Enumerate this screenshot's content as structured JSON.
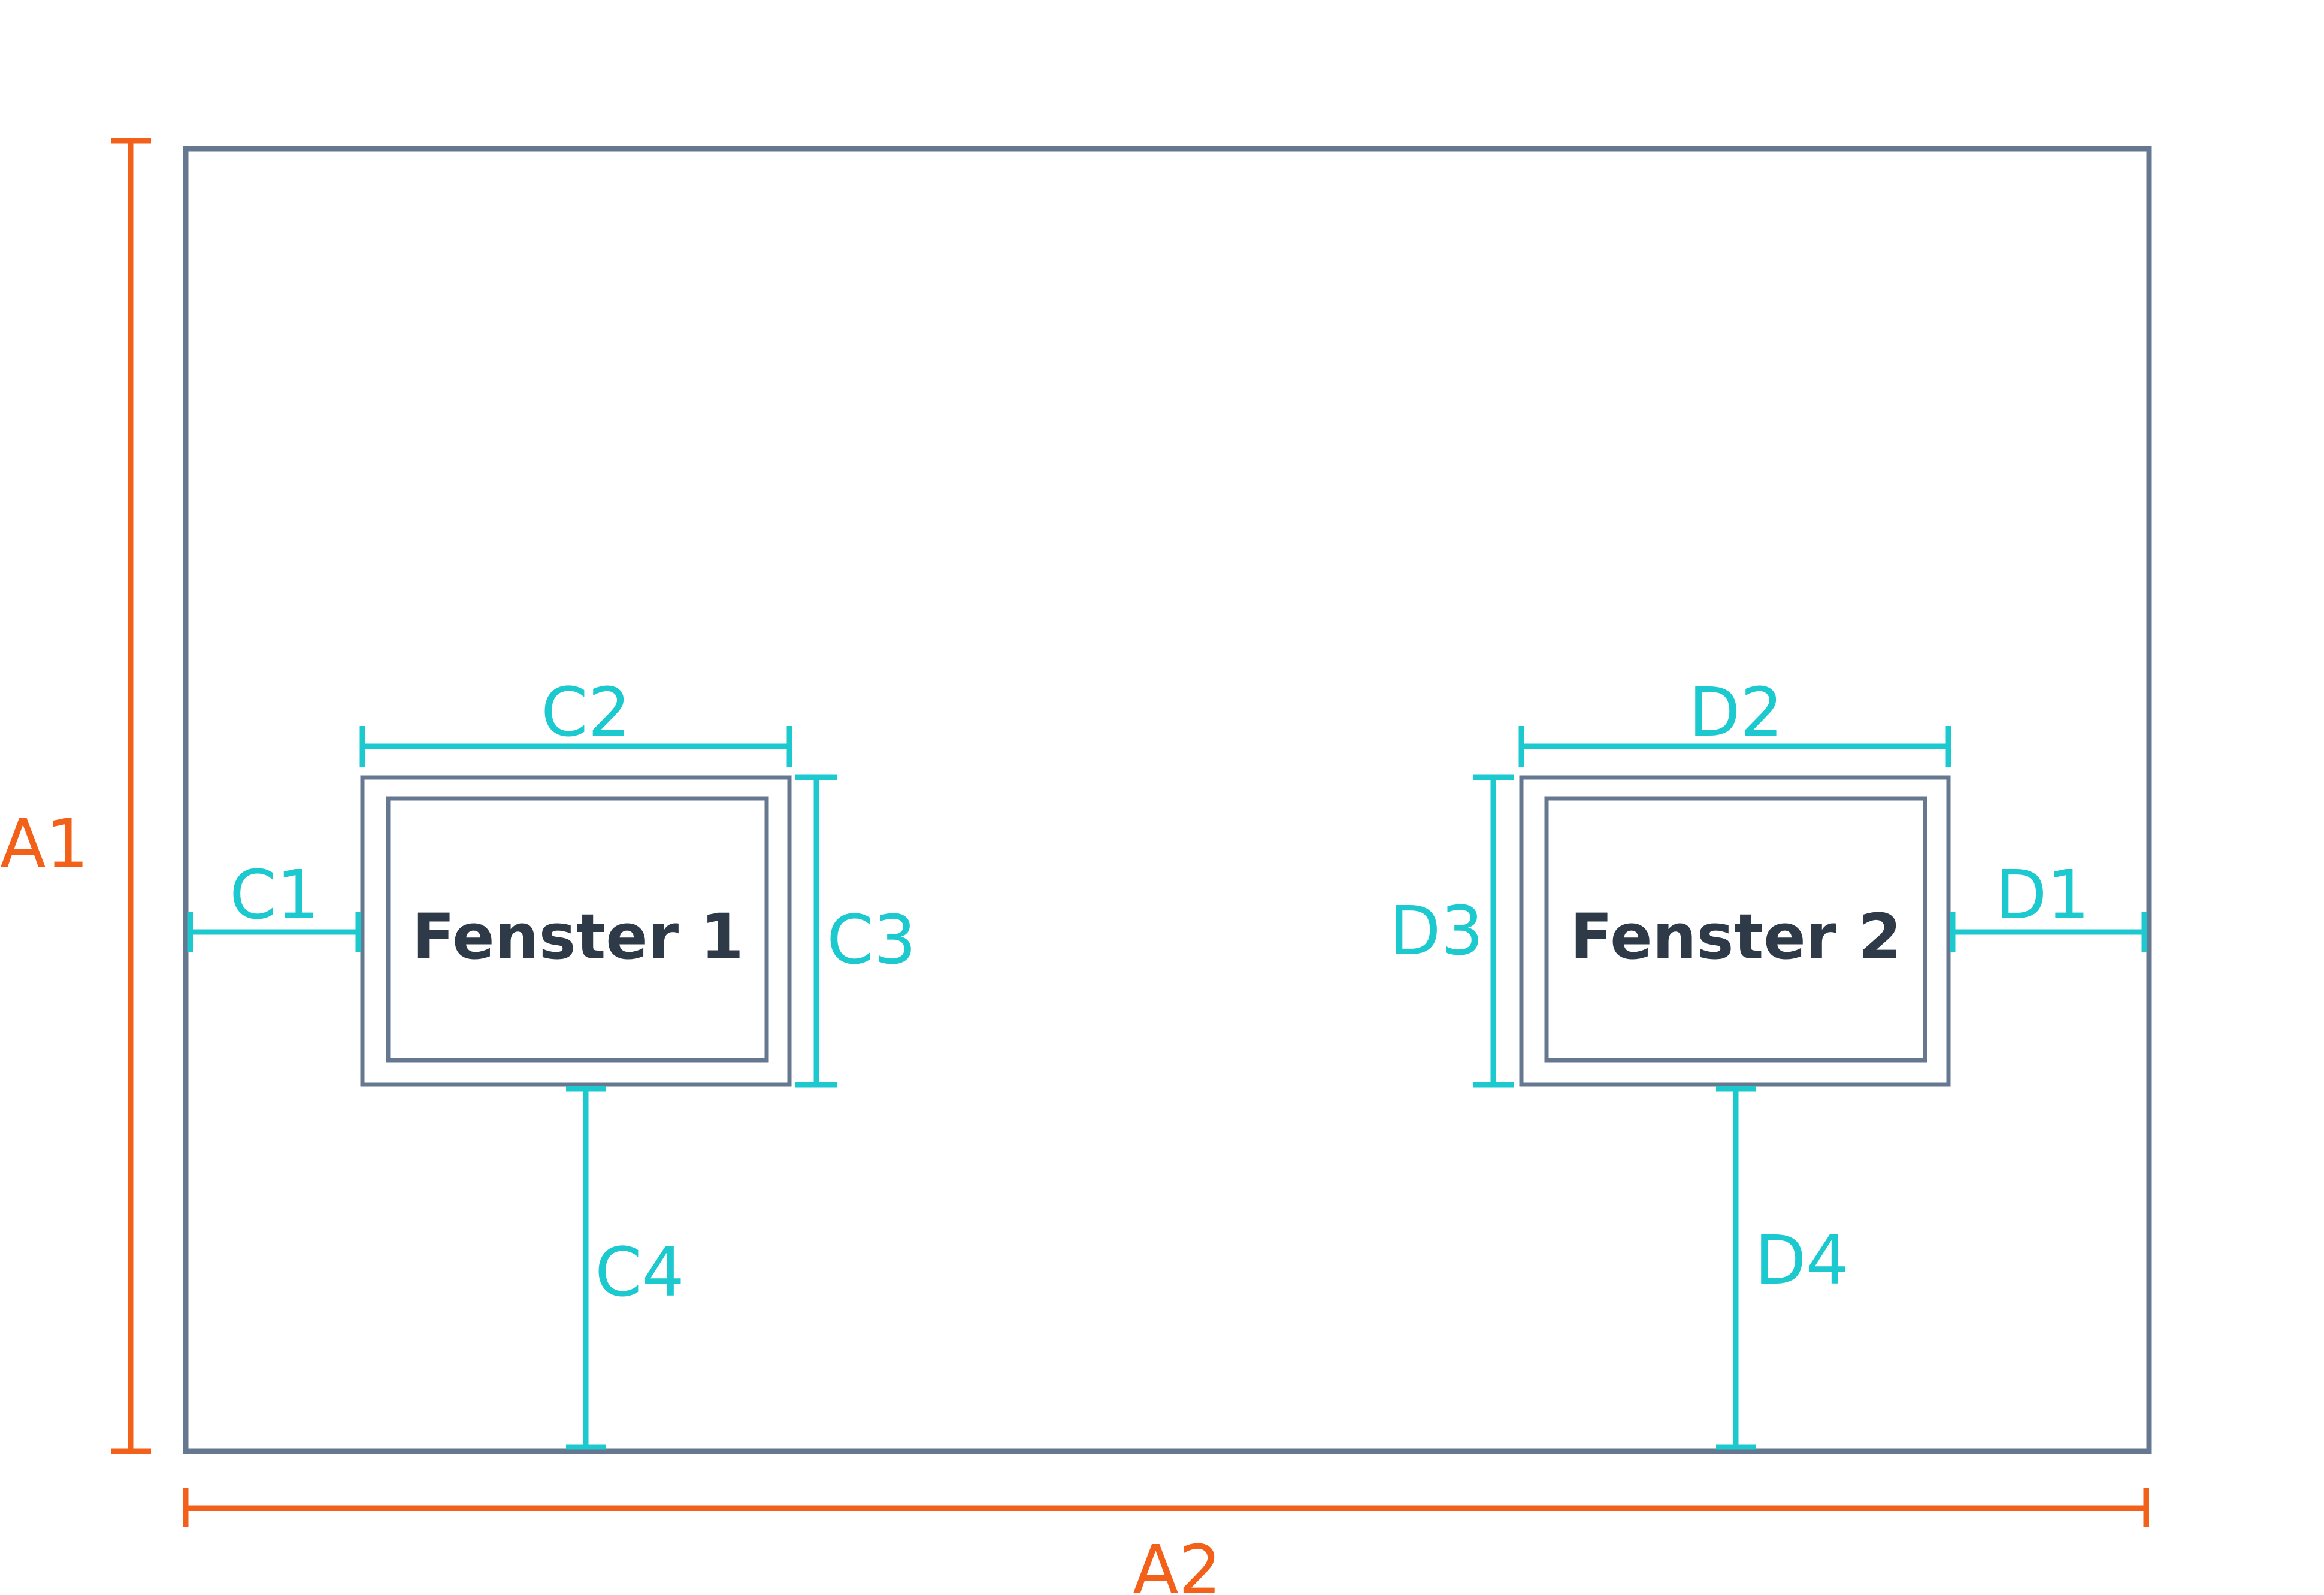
{
  "colors": {
    "outline": "#657890",
    "outer_dimension": "#F3601A",
    "window_dimension": "#1CC9CF",
    "window_text": "#2E3A48",
    "background": "#FFFFFF"
  },
  "labels": {
    "a1": "A1",
    "a2": "A2",
    "c1": "C1",
    "c2": "C2",
    "c3": "C3",
    "c4": "C4",
    "d1": "D1",
    "d2": "D2",
    "d3": "D3",
    "d4": "D4"
  },
  "windows": {
    "window1": "Fenster 1",
    "window2": "Fenster 2"
  }
}
